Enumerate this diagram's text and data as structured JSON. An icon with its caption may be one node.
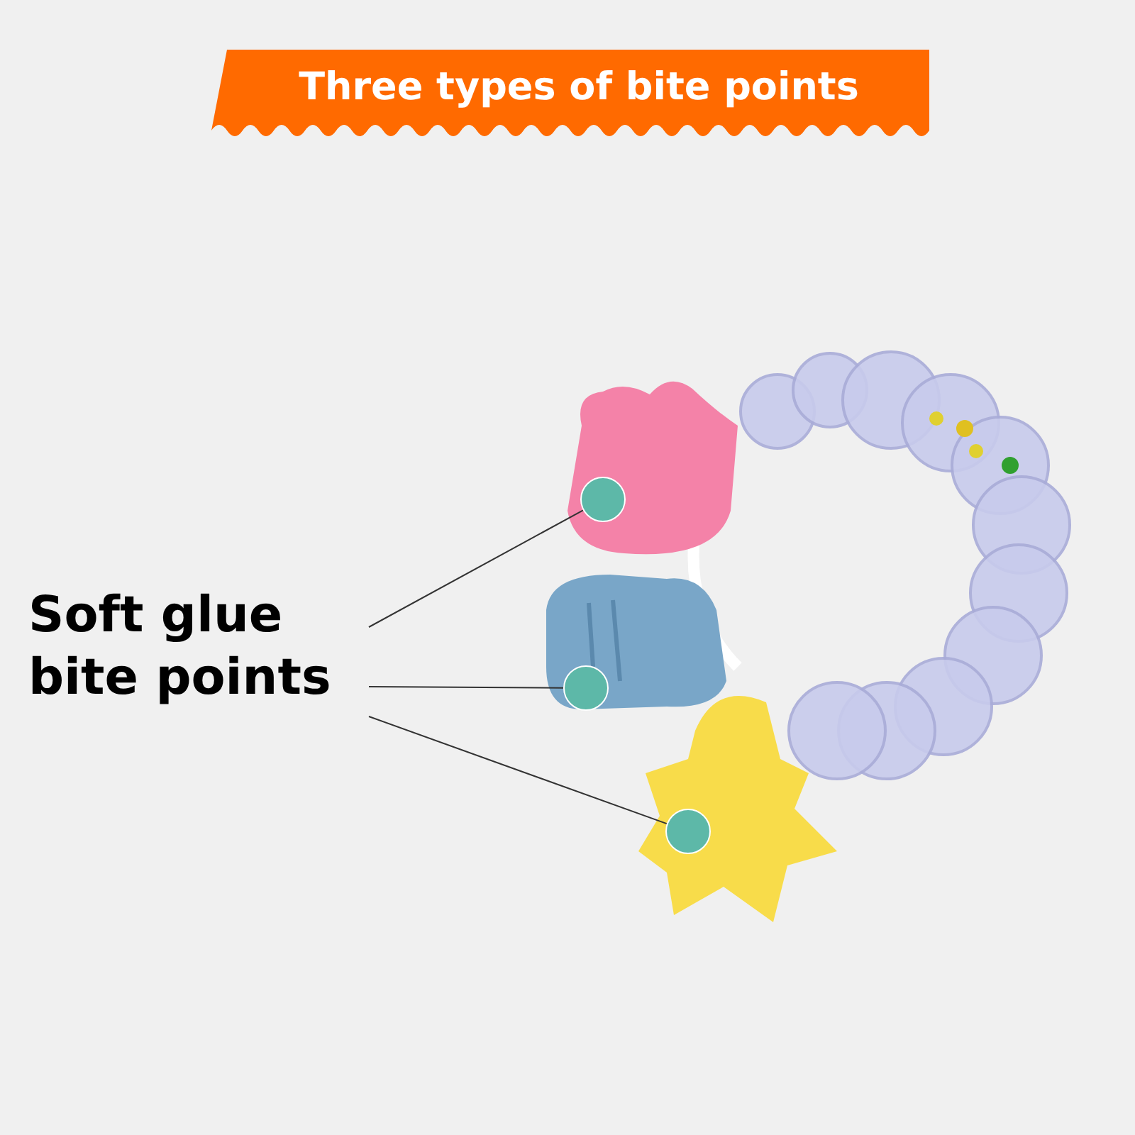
{
  "diagram": {
    "title": "Three types of bite points",
    "nodes": [
      {
        "text": [
          "Soft glue bite points"
        ]
      },
      {
        "text": [],
        "shape": "circle"
      },
      {
        "text": [],
        "shape": "circle"
      },
      {
        "text": [],
        "shape": "circle"
      }
    ],
    "edges": [
      {
        "from": 0,
        "to": 1,
        "arrow": "none"
      },
      {
        "from": 0,
        "to": 2,
        "arrow": "none"
      },
      {
        "from": 0,
        "to": 3,
        "arrow": "none"
      }
    ]
  }
}
